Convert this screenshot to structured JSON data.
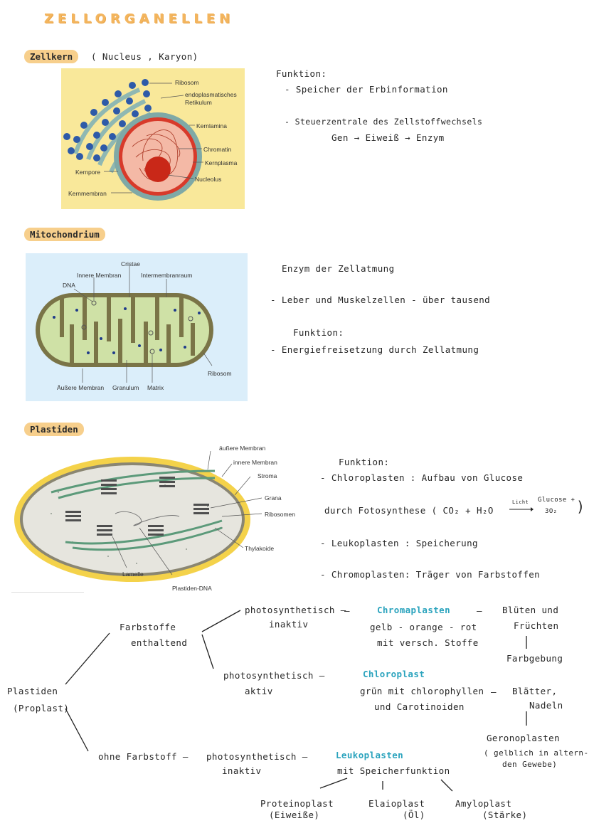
{
  "title": "ZELLORGANELLEN",
  "section_nucleus": {
    "heading": "Zellkern",
    "subtitle": "( Nucleus , Karyon)",
    "diagram_labels": {
      "ribosom": "Ribosom",
      "er_1": "endoplasmatisches",
      "er_2": "Retikulum",
      "kernlamina": "Kernlamina",
      "chromatin": "Chromatin",
      "kernplasma": "Kernplasma",
      "nucleolus": "Nucleolus",
      "kernpore": "Kernpore",
      "kernmembran": "Kernmembran"
    },
    "funktion_label": "Funktion:",
    "funktion_1": "- Speicher der Erbinformation",
    "funktion_2": "- Steuerzentrale des Zellstoffwechsels",
    "chain": {
      "a": "Gen",
      "b": "Eiweiß",
      "c": "Enzym",
      "arrow": "→"
    }
  },
  "section_mito": {
    "heading": "Mitochondrium",
    "diagram_labels": {
      "cristae": "Cristae",
      "innere": "Innere Membran",
      "intermembran": "Intermembranraum",
      "dna": "DNA",
      "ribosom": "Ribosom",
      "aeussere": "Äußere Membran",
      "granulum": "Granulum",
      "matrix": "Matrix"
    },
    "line_1": "Enzym der Zellatmung",
    "line_2": "- Leber und Muskelzellen - über tausend",
    "funktion_label": "Funktion:",
    "funktion_1": "- Energiefreisetzung durch Zellatmung"
  },
  "section_plast": {
    "heading": "Plastiden",
    "diagram_labels": {
      "aeussere": "äußere Membran",
      "innere": "innere Membran",
      "stroma": "Stroma",
      "grana": "Grana",
      "ribosomen": "Ribosomen",
      "thylakoide": "Thylakoide",
      "lamelle": "Lamelle",
      "dna": "Plastiden-DNA"
    },
    "funktion_label": "Funktion:",
    "chloro_1": "- Chloroplasten : Aufbau von Glucose",
    "chloro_2": "durch Fotosynthese ( CO₂ + H₂O",
    "licht": "Licht",
    "glucose_1": "Glucose +",
    "glucose_2": "3O₂",
    "leuko": "- Leukoplasten : Speicherung",
    "chromo": "- Chromoplasten: Träger von Farbstoffen"
  },
  "tree": {
    "plastiden": "Plastiden",
    "proplast": "(Proplast)",
    "farbstoffe_1": "Farbstoffe",
    "farbstoffe_2": "enthaltend",
    "ohne": "ohne Farbstoff —",
    "ps_inaktiv_1": "photosynthetisch —",
    "ps_inaktiv_2": "inaktiv",
    "ps_aktiv_1": "photosynthetisch —",
    "ps_aktiv_2": "aktiv",
    "ps_inaktiv3_1": "photosynthetisch —",
    "ps_inaktiv3_2": "inaktiv",
    "chromoplasten": "Chromaplasten",
    "chromo_desc_1": "gelb - orange - rot",
    "chromo_desc_2": "mit versch. Stoffe",
    "chromo_dash": "—",
    "blueten_1": "Blüten und",
    "blueten_2": "Früchten",
    "farbgebung": "Farbgebung",
    "chloroplast": "Chloroplast",
    "chloro_desc_1": "grün mit chlorophyllen",
    "chloro_desc_2": "und Carotinoiden",
    "chloro_dash": "—",
    "blaetter_1": "Blätter,",
    "blaetter_2": "Nadeln",
    "geronoplasten": "Geronoplasten",
    "gerono_desc_1": "( gelblich in altern-",
    "gerono_desc_2": "den Gewebe)",
    "leukoplasten": "Leukoplasten",
    "leuko_desc": "mit Speicherfunktion",
    "proteino_1": "Proteinoplast",
    "proteino_2": "(Eiweiße)",
    "elaio_1": "Elaioplast",
    "elaio_2": "(Öl)",
    "amylo_1": "Amyloplast",
    "amylo_2": "(Stärke)"
  },
  "colors": {
    "accent": "#f7cf8c",
    "title": "#f3b55e",
    "teal": "#2aa3bd"
  }
}
